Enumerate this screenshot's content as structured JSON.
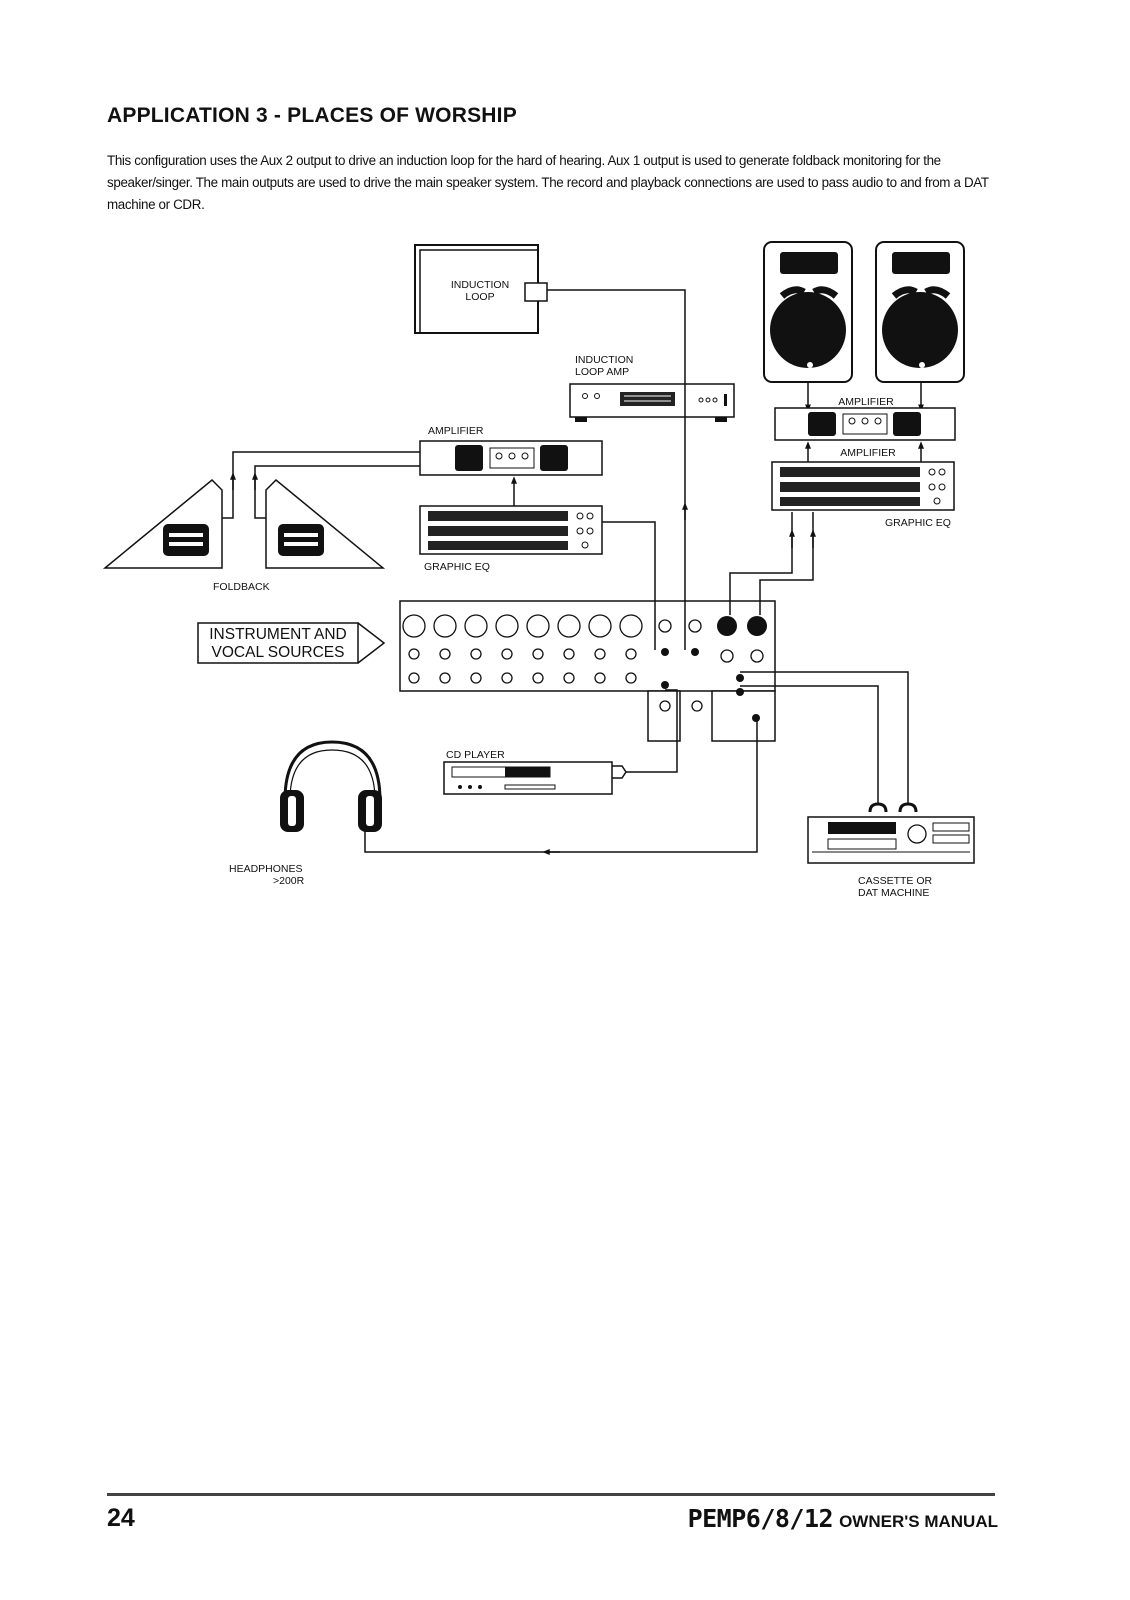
{
  "page": {
    "title": "APPLICATION 3 - PLACES OF WORSHIP",
    "intro": "This configuration uses the Aux 2 output to drive an induction loop for the hard of hearing.  Aux 1 output is used to generate foldback monitoring for the speaker/singer. The main outputs are used to drive the main speaker system. The record and playback connections are used to pass audio to and from a DAT machine or CDR.",
    "page_number": "24",
    "manual_model": "PEMP6/8/12",
    "manual_suffix": "OWNER'S MANUAL"
  },
  "diagram": {
    "induction_loop": [
      "INDUCTION",
      "LOOP"
    ],
    "induction_loop_amp": [
      "INDUCTION",
      "LOOP AMP"
    ],
    "amplifier_left": "AMPLIFIER",
    "amplifier_right_top": "AMPLIFIER",
    "amplifier_right_bottom": "AMPLIFIER",
    "graphic_eq_left": "GRAPHIC EQ",
    "graphic_eq_right": "GRAPHIC EQ",
    "foldback": "FOLDBACK",
    "sources": [
      "INSTRUMENT AND",
      "VOCAL SOURCES"
    ],
    "cd_player": "CD PLAYER",
    "headphones": [
      "HEADPHONES",
      ">200R"
    ],
    "cassette": [
      "CASSETTE OR",
      "DAT MACHINE"
    ]
  }
}
